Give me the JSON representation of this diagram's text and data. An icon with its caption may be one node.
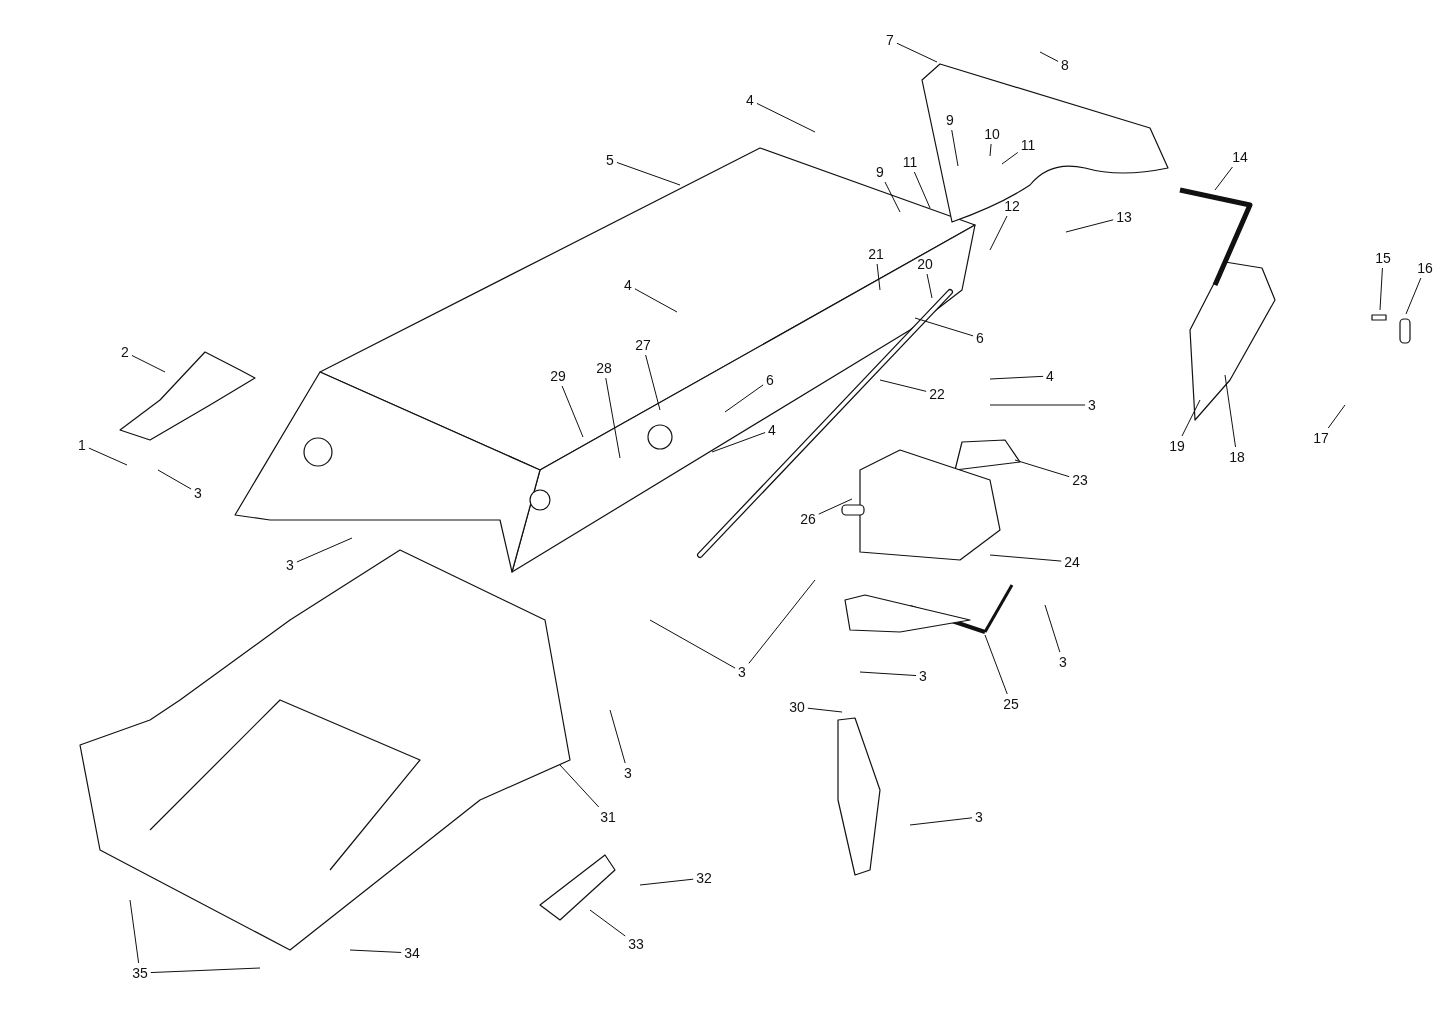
{
  "diagram": {
    "nodes": [
      {
        "text": [
          "1"
        ]
      },
      {
        "text": [
          "2"
        ]
      },
      {
        "text": [
          "3"
        ]
      },
      {
        "text": [
          "3"
        ]
      },
      {
        "text": [
          "4"
        ]
      },
      {
        "text": [
          "5"
        ]
      },
      {
        "text": [
          "4"
        ]
      },
      {
        "text": [
          "27"
        ]
      },
      {
        "text": [
          "29"
        ]
      },
      {
        "text": [
          "28"
        ]
      },
      {
        "text": [
          "6"
        ]
      },
      {
        "text": [
          "4"
        ]
      },
      {
        "text": [
          "7"
        ]
      },
      {
        "text": [
          "8"
        ]
      },
      {
        "text": [
          "9"
        ]
      },
      {
        "text": [
          "10"
        ]
      },
      {
        "text": [
          "11"
        ]
      },
      {
        "text": [
          "9"
        ]
      },
      {
        "text": [
          "11"
        ]
      },
      {
        "text": [
          "20"
        ]
      },
      {
        "text": [
          "21"
        ]
      },
      {
        "text": [
          "12"
        ]
      },
      {
        "text": [
          "13"
        ]
      },
      {
        "text": [
          "14"
        ]
      },
      {
        "text": [
          "6"
        ]
      },
      {
        "text": [
          "4"
        ]
      },
      {
        "text": [
          "3"
        ]
      },
      {
        "text": [
          "22"
        ]
      },
      {
        "text": [
          "23"
        ]
      },
      {
        "text": [
          "15"
        ]
      },
      {
        "text": [
          "16"
        ]
      },
      {
        "text": [
          "17"
        ]
      },
      {
        "text": [
          "19"
        ]
      },
      {
        "text": [
          "18"
        ]
      },
      {
        "text": [
          "26"
        ]
      },
      {
        "text": [
          "24"
        ]
      },
      {
        "text": [
          "3"
        ]
      },
      {
        "text": [
          "3"
        ]
      },
      {
        "text": [
          "3"
        ]
      },
      {
        "text": [
          "25"
        ]
      },
      {
        "text": [
          "3"
        ]
      },
      {
        "text": [
          "31"
        ]
      },
      {
        "text": [
          "30"
        ]
      },
      {
        "text": [
          "3"
        ]
      },
      {
        "text": [
          "32"
        ]
      },
      {
        "text": [
          "33"
        ]
      },
      {
        "text": [
          "34"
        ]
      },
      {
        "text": [
          "35"
        ]
      }
    ],
    "edges": [
      {
        "from": 0,
        "to": null,
        "arrow": "none"
      },
      {
        "from": 1,
        "to": null,
        "arrow": "none"
      },
      {
        "from": 2,
        "to": null,
        "arrow": "none"
      },
      {
        "from": 3,
        "to": null,
        "arrow": "none"
      },
      {
        "from": 4,
        "to": null,
        "arrow": "none"
      },
      {
        "from": 5,
        "to": null,
        "arrow": "none"
      },
      {
        "from": 6,
        "to": null,
        "arrow": "none"
      },
      {
        "from": 7,
        "to": null,
        "arrow": "none"
      },
      {
        "from": 8,
        "to": null,
        "arrow": "none"
      },
      {
        "from": 9,
        "to": null,
        "arrow": "none"
      },
      {
        "from": 10,
        "to": null,
        "arrow": "none"
      },
      {
        "from": 11,
        "to": null,
        "arrow": "none"
      },
      {
        "from": 12,
        "to": null,
        "arrow": "none"
      },
      {
        "from": 13,
        "to": null,
        "arrow": "none"
      },
      {
        "from": 14,
        "to": null,
        "arrow": "none"
      },
      {
        "from": 15,
        "to": null,
        "arrow": "none"
      },
      {
        "from": 16,
        "to": null,
        "arrow": "none"
      },
      {
        "from": 17,
        "to": null,
        "arrow": "none"
      },
      {
        "from": 18,
        "to": null,
        "arrow": "none"
      },
      {
        "from": 19,
        "to": null,
        "arrow": "none"
      },
      {
        "from": 20,
        "to": null,
        "arrow": "none"
      },
      {
        "from": 21,
        "to": null,
        "arrow": "none"
      },
      {
        "from": 22,
        "to": null,
        "arrow": "none"
      },
      {
        "from": 23,
        "to": null,
        "arrow": "none"
      },
      {
        "from": 24,
        "to": null,
        "arrow": "none"
      },
      {
        "from": 25,
        "to": null,
        "arrow": "none"
      },
      {
        "from": 26,
        "to": null,
        "arrow": "none"
      },
      {
        "from": 27,
        "to": null,
        "arrow": "none"
      },
      {
        "from": 28,
        "to": null,
        "arrow": "none"
      },
      {
        "from": 29,
        "to": null,
        "arrow": "none"
      },
      {
        "from": 30,
        "to": null,
        "arrow": "none"
      },
      {
        "from": 31,
        "to": null,
        "arrow": "none"
      },
      {
        "from": 32,
        "to": null,
        "arrow": "none"
      },
      {
        "from": 33,
        "to": null,
        "arrow": "none"
      },
      {
        "from": 34,
        "to": null,
        "arrow": "none"
      },
      {
        "from": 35,
        "to": null,
        "arrow": "none"
      },
      {
        "from": 36,
        "to": null,
        "arrow": "none"
      },
      {
        "from": 36,
        "to": null,
        "arrow": "none"
      },
      {
        "from": 37,
        "to": null,
        "arrow": "none"
      },
      {
        "from": 38,
        "to": null,
        "arrow": "none"
      },
      {
        "from": 39,
        "to": null,
        "arrow": "none"
      },
      {
        "from": 40,
        "to": null,
        "arrow": "none"
      },
      {
        "from": 41,
        "to": null,
        "arrow": "none"
      },
      {
        "from": 42,
        "to": null,
        "arrow": "none"
      },
      {
        "from": 43,
        "to": null,
        "arrow": "none"
      },
      {
        "from": 44,
        "to": null,
        "arrow": "none"
      },
      {
        "from": 45,
        "to": null,
        "arrow": "none"
      },
      {
        "from": 46,
        "to": null,
        "arrow": "none"
      },
      {
        "from": 47,
        "to": null,
        "arrow": "none"
      },
      {
        "from": 47,
        "to": null,
        "arrow": "none"
      }
    ]
  }
}
